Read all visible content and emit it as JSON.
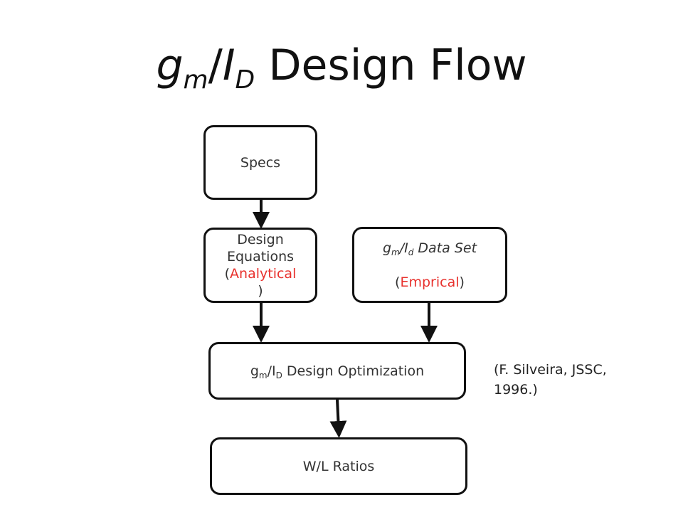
{
  "title": {
    "g": "g",
    "m": "m",
    "slash": "/",
    "I": "I",
    "D": "D",
    "rest": " Design Flow"
  },
  "boxes": {
    "specs": {
      "label": "Specs"
    },
    "equations": {
      "line1": "Design",
      "line2": "Equations",
      "open_paren": "(",
      "red_text": "Analytical",
      "close_paren": ")"
    },
    "dataset": {
      "g": "g",
      "m": "m",
      "slash": "/",
      "I": "I",
      "d": "d",
      "rest": " Data Set",
      "open_paren": "(",
      "red_text": "Emprical",
      "close_paren": ")"
    },
    "optimization": {
      "g": "g",
      "m": "m",
      "slash": "/",
      "I": "I",
      "D": "D",
      "rest": " Design Optimization"
    },
    "wl": {
      "label": "W/L Ratios"
    }
  },
  "citation": {
    "text": "(F. Silveira, JSSC, 1996.)"
  },
  "colors": {
    "accent_red": "#e8312d",
    "stroke": "#111111"
  }
}
